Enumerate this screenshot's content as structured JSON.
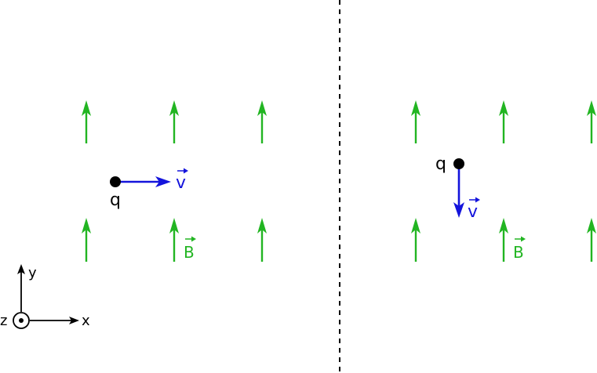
{
  "colors": {
    "field": "#22b522",
    "velocity": "#1414dc",
    "ink": "#000000",
    "background": "#ffffff"
  },
  "left_panel": {
    "charge_label": "q",
    "velocity_label": "v",
    "field_label": "B",
    "velocity_direction": "+x"
  },
  "right_panel": {
    "charge_label": "q",
    "velocity_label": "v",
    "field_label": "B",
    "velocity_direction": "-y"
  },
  "axes": {
    "x_label": "x",
    "y_label": "y",
    "z_label": "z",
    "z_direction": "out-of-page"
  },
  "field_direction": "+y",
  "divider_style": "dashed"
}
